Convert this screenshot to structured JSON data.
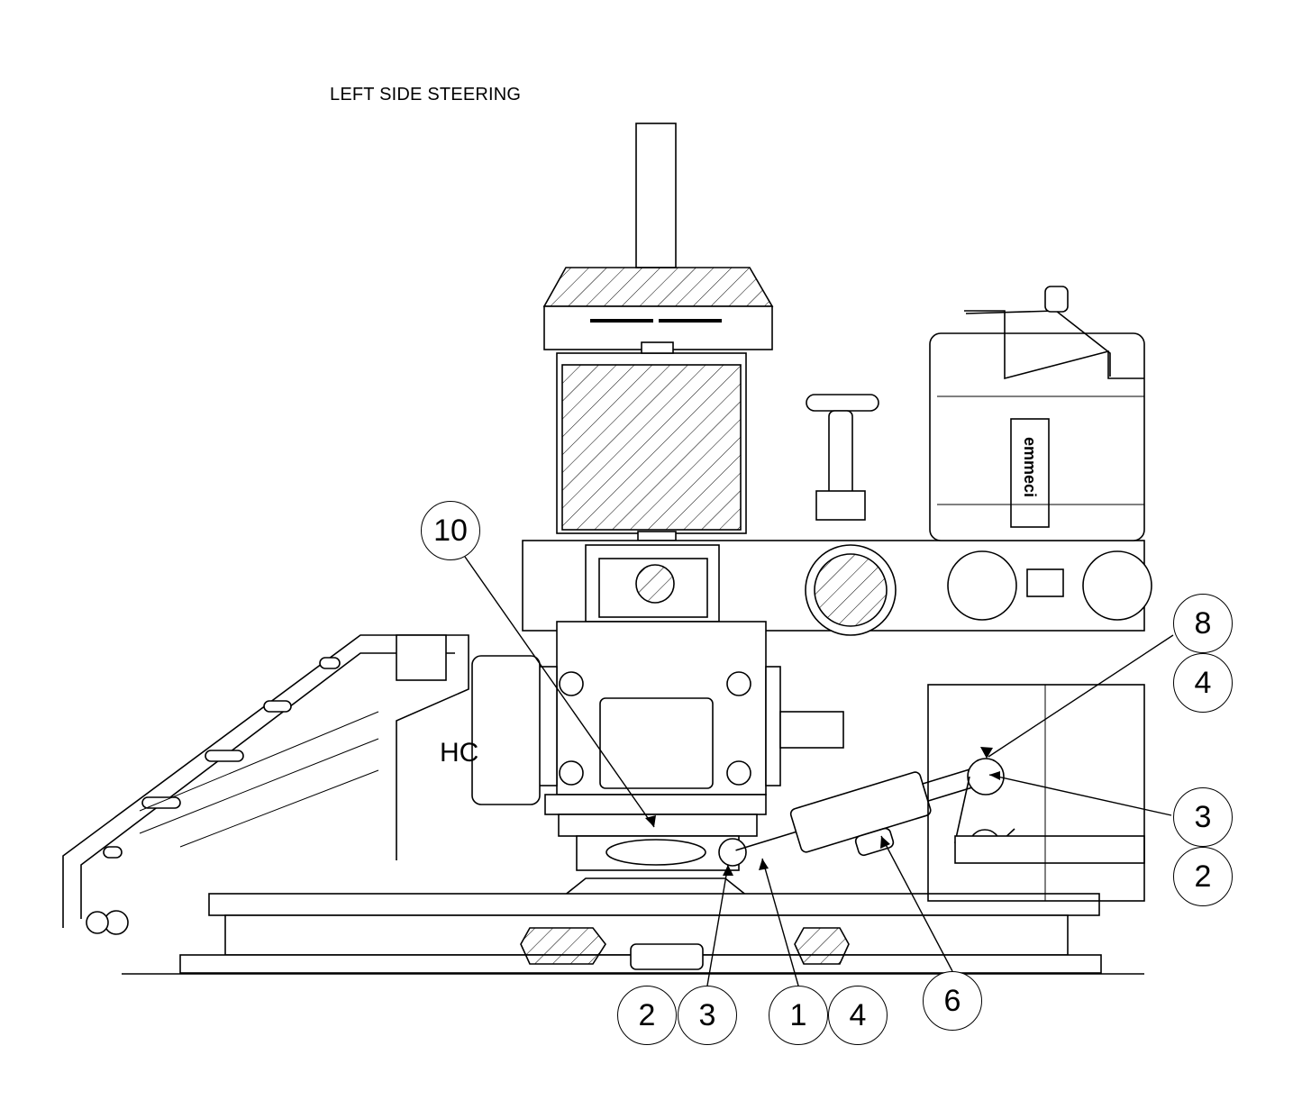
{
  "title": "LEFT SIDE STEERING",
  "callouts": [
    {
      "id": "c10",
      "label": "10"
    },
    {
      "id": "c8",
      "label": "8"
    },
    {
      "id": "c4a",
      "label": "4"
    },
    {
      "id": "c3a",
      "label": "3"
    },
    {
      "id": "c2a",
      "label": "2"
    },
    {
      "id": "c2b",
      "label": "2"
    },
    {
      "id": "c3b",
      "label": "3"
    },
    {
      "id": "c1",
      "label": "1"
    },
    {
      "id": "c4b",
      "label": "4"
    },
    {
      "id": "c6",
      "label": "6"
    }
  ],
  "markings": {
    "brand_plate": "emmeci",
    "frame_text": "HC"
  }
}
